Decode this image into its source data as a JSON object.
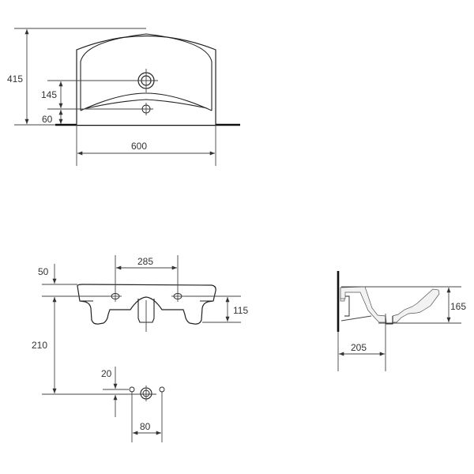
{
  "drawing": {
    "title": "Washbasin technical drawing",
    "units": "mm",
    "colors": {
      "line": "#444444",
      "outline": "#222222",
      "text": "#333333",
      "background": "#ffffff"
    }
  },
  "views": {
    "front": {
      "dimensions": {
        "total_height": "415",
        "tap_hole_height": "145",
        "overflow_height": "60",
        "width": "600"
      }
    },
    "top": {
      "dimensions": {
        "fixing_hole_spacing": "285",
        "rim_offset": "50",
        "basin_depth": "115",
        "drain_height": "210",
        "drain_offset": "20",
        "drain_hole_spacing": "80"
      }
    },
    "side": {
      "dimensions": {
        "height": "165",
        "drain_distance_from_wall": "205"
      }
    }
  }
}
